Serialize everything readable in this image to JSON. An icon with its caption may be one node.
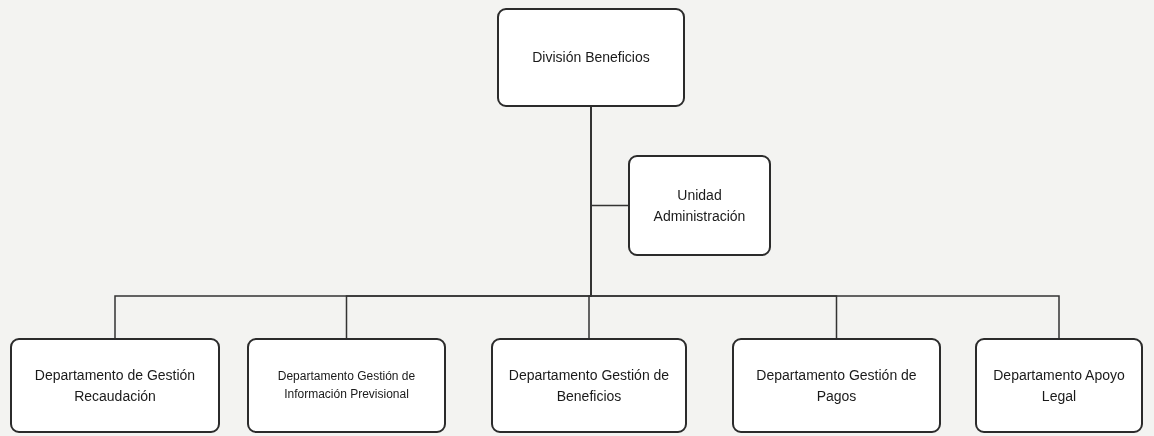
{
  "diagram": {
    "nodes": [
      {
        "text": [
          "División Beneficios"
        ]
      },
      {
        "text": [
          "Unidad Administración"
        ]
      },
      {
        "text": [
          "Departamento de Gestión Recaudación"
        ]
      },
      {
        "text": [
          "Departamento Gestión de Información Previsional"
        ]
      },
      {
        "text": [
          "Departamento Gestión de Beneficios"
        ]
      },
      {
        "text": [
          "Departamento Gestión de Pagos"
        ]
      },
      {
        "text": [
          "Departamento Apoyo Legal"
        ]
      }
    ],
    "edges": [
      {
        "from": 0,
        "to": 1,
        "arrow": "none"
      },
      {
        "from": 0,
        "to": 2,
        "arrow": "none"
      },
      {
        "from": 0,
        "to": 3,
        "arrow": "none"
      },
      {
        "from": 0,
        "to": 4,
        "arrow": "none"
      },
      {
        "from": 0,
        "to": 5,
        "arrow": "none"
      },
      {
        "from": 0,
        "to": 6,
        "arrow": "none"
      }
    ]
  }
}
